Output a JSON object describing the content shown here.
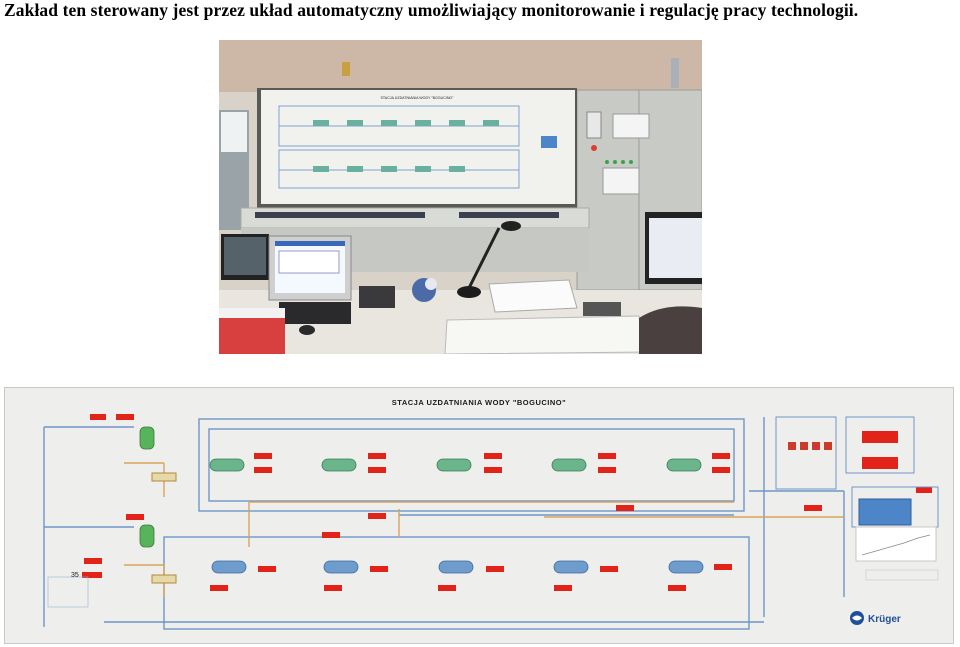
{
  "caption": "Zakład ten sterowany jest przez układ automatyczny umożliwiający monitorowanie  i regulację pracy technologii.",
  "panel_small_title": "STACJA UZDATNIANIA WODY \"BOGUCINO\"",
  "panel_title": "STACJA UZDATNIANIA WODY \"BOGUCINO\"",
  "logo_text": "Krüger",
  "panel_number": "35",
  "colors": {
    "panel": "#eeeeec",
    "pipe_blue": "#6e96c8",
    "pipe_orange": "#d9a35a",
    "display_red": "#e2231a",
    "tank_green": "#58b45a"
  }
}
